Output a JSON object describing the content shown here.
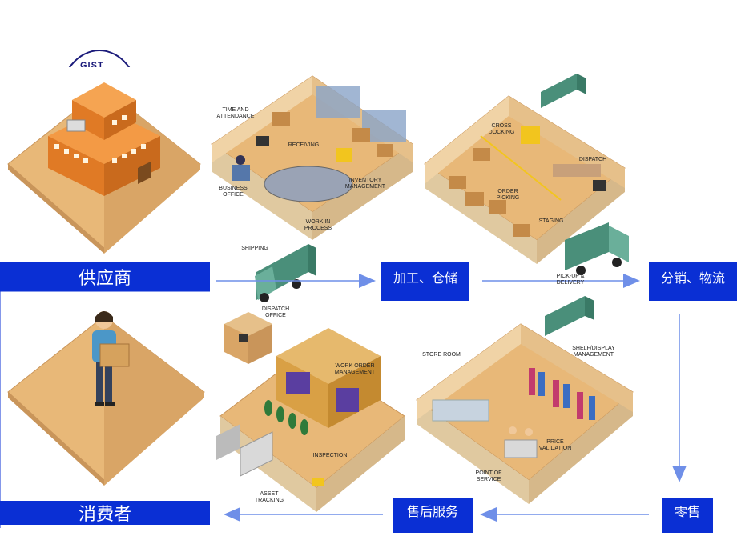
{
  "logo": {
    "text": "GIST"
  },
  "nodes": {
    "supplier": "供应商",
    "processing": "加工、仓储",
    "distribution": "分销、物流",
    "retail": "零售",
    "after_sales": "售后服务",
    "consumer": "消费者"
  },
  "labels": {
    "time_attendance": "TIME AND ATTENDANCE",
    "receiving": "RECEIVING",
    "inventory": "INVENTORY MANAGEMENT",
    "business_office": "BUSINESS OFFICE",
    "work_in_process": "WORK IN PROCESS",
    "shipping": "SHIPPING",
    "cross_docking": "CROSS DOCKING",
    "dispatch": "DISPATCH",
    "order_picking": "ORDER PICKING",
    "staging": "STAGING",
    "pickup_delivery": "PICK-UP & DELIVERY",
    "dispatch_office": "DISPATCH OFFICE",
    "work_order": "WORK ORDER MANAGEMENT",
    "inspection": "INSPECTION",
    "asset_tracking": "ASSET TRACKING",
    "store_room": "STORE ROOM",
    "shelf_display": "SHELF/DISPLAY MANAGEMENT",
    "price_validation": "PRICE VALIDATION",
    "point_of_service": "POINT OF SERVICE"
  },
  "colors": {
    "node_fill": "#0a2fd4",
    "floor": "#e8b878",
    "arrow": "#6f8fe8"
  }
}
